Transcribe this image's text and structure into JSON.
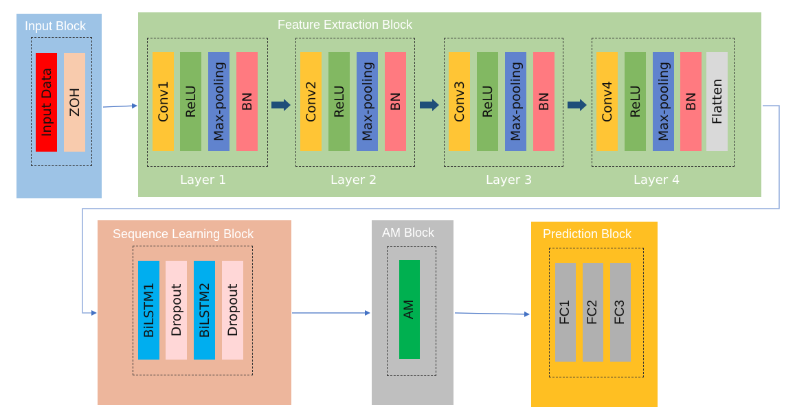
{
  "input_block": {
    "title": "Input Block",
    "color": "#9DC3E6",
    "items": [
      {
        "label": "Input Data",
        "color": "#FF0000"
      },
      {
        "label": "ZOH",
        "color": "#F8CBAD"
      }
    ]
  },
  "feature_block": {
    "title": "Feature Extraction Block",
    "color": "#B4D3A0",
    "layers": [
      {
        "label": "Layer 1",
        "items": [
          {
            "label": "Conv1",
            "color": "#FFC535"
          },
          {
            "label": "ReLU",
            "color": "#82B862"
          },
          {
            "label": "Max-pooling",
            "color": "#6083CE"
          },
          {
            "label": "BN",
            "color": "#FF7A80"
          }
        ]
      },
      {
        "label": "Layer 2",
        "items": [
          {
            "label": "Conv2",
            "color": "#FFC535"
          },
          {
            "label": "ReLU",
            "color": "#82B862"
          },
          {
            "label": "Max-pooling",
            "color": "#6083CE"
          },
          {
            "label": "BN",
            "color": "#FF7A80"
          }
        ]
      },
      {
        "label": "Layer 3",
        "items": [
          {
            "label": "Conv3",
            "color": "#FFC535"
          },
          {
            "label": "ReLU",
            "color": "#82B862"
          },
          {
            "label": "Max-pooling",
            "color": "#6083CE"
          },
          {
            "label": "BN",
            "color": "#FF7A80"
          }
        ]
      },
      {
        "label": "Layer 4",
        "items": [
          {
            "label": "Conv4",
            "color": "#FFC535"
          },
          {
            "label": "ReLU",
            "color": "#82B862"
          },
          {
            "label": "Max-pooling",
            "color": "#6083CE"
          },
          {
            "label": "BN",
            "color": "#FF7A80"
          },
          {
            "label": "Flatten",
            "color": "#D9D9D9"
          }
        ]
      }
    ]
  },
  "sequence_block": {
    "title": "Sequence Learning Block",
    "color": "#EDB69C",
    "items": [
      {
        "label": "BiLSTM1",
        "color": "#00AEEF"
      },
      {
        "label": "Dropout",
        "color": "#FFD7D7"
      },
      {
        "label": "BiLSTM2",
        "color": "#00AEEF"
      },
      {
        "label": "Dropout",
        "color": "#FFD7D7"
      }
    ]
  },
  "am_block": {
    "title": "AM Block",
    "color": "#BFBFBF",
    "items": [
      {
        "label": "AM",
        "color": "#00B050"
      }
    ]
  },
  "prediction_block": {
    "title": "Prediction Block",
    "color": "#FFBF22",
    "items": [
      {
        "label": "FC1",
        "color": "#B0B0B0"
      },
      {
        "label": "FC2",
        "color": "#B0B0B0"
      },
      {
        "label": "FC3",
        "color": "#B0B0B0"
      }
    ]
  },
  "colors": {
    "connector": "#4472C4",
    "layer_arrow": "#1F4E79",
    "dashed_border": "#333333"
  }
}
